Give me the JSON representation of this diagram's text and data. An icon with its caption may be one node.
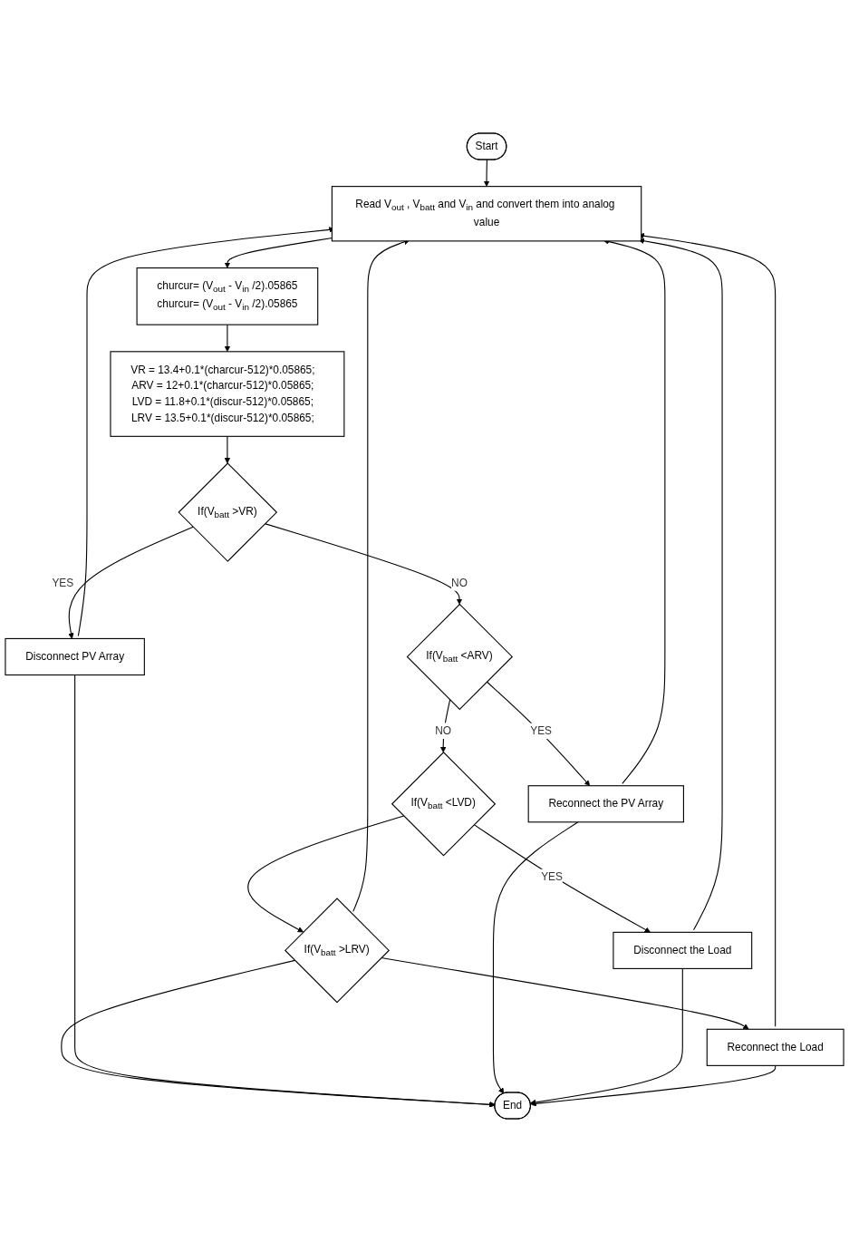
{
  "diagram": {
    "nodes": [
      {
        "text": [
          "Start"
        ]
      },
      {
        "text": [
          "Read V$_{out}$ , V$_{batt}$ and V$_{in}$ and convert them into analog value"
        ]
      },
      {
        "text": [
          "churcur= (V$_{out}$ - V$_{in}$ /2).05865",
          "churcur= (V$_{out}$ - V$_{in}$ /2).05865"
        ]
      },
      {
        "text": [
          "VR = 13.4+0.1*(charcur-512)*0.05865;",
          "ARV = 12+0.1*(charcur-512)*0.05865;",
          "LVD = 11.8+0.1*(discur-512)*0.05865;",
          "LRV = 13.5+0.1*(discur-512)*0.05865;"
        ]
      },
      {
        "text": [
          "If(V$_{batt}$ >VR)"
        ]
      },
      {
        "text": [
          "Disconnect PV Array"
        ]
      },
      {
        "text": [
          "If(V$_{batt}$ <ARV)"
        ]
      },
      {
        "text": [
          "Reconnect the PV Array"
        ]
      },
      {
        "text": [
          "If(V$_{batt}$ <LVD)"
        ]
      },
      {
        "text": [
          "Disconnect the Load"
        ]
      },
      {
        "text": [
          "If(V$_{batt}$ >LRV)"
        ]
      },
      {
        "text": [
          "Reconnect the Load"
        ]
      },
      {
        "text": [
          "End"
        ]
      }
    ],
    "edges": [
      {
        "from": 0,
        "to": 1,
        "arrow": "to"
      },
      {
        "from": 1,
        "to": 2,
        "arrow": "to"
      },
      {
        "from": 2,
        "to": 3,
        "arrow": "to"
      },
      {
        "from": 3,
        "to": 4,
        "arrow": "to"
      },
      {
        "from": 4,
        "to": 5,
        "arrow": "to",
        "label": "YES"
      },
      {
        "from": 4,
        "to": 6,
        "arrow": "to",
        "label": "NO"
      },
      {
        "from": 6,
        "to": 7,
        "arrow": "to",
        "label": "YES"
      },
      {
        "from": 6,
        "to": 8,
        "arrow": "to",
        "label": "NO"
      },
      {
        "from": 8,
        "to": 9,
        "arrow": "to",
        "label": "YES"
      },
      {
        "from": 8,
        "to": 10,
        "arrow": "to"
      },
      {
        "from": 10,
        "to": 11,
        "arrow": "to"
      },
      {
        "from": 10,
        "to": 12,
        "arrow": "to"
      },
      {
        "from": 5,
        "to": 12,
        "arrow": "to"
      },
      {
        "from": 7,
        "to": 12,
        "arrow": "to"
      },
      {
        "from": 9,
        "to": 12,
        "arrow": "to"
      },
      {
        "from": 11,
        "to": 12,
        "arrow": "to"
      },
      {
        "from": 10,
        "to": 1,
        "arrow": "to"
      },
      {
        "from": 5,
        "to": 1,
        "arrow": "to"
      },
      {
        "from": 7,
        "to": 1,
        "arrow": "to"
      },
      {
        "from": 9,
        "to": 1,
        "arrow": "to"
      },
      {
        "from": 11,
        "to": 1,
        "arrow": "to"
      }
    ]
  }
}
